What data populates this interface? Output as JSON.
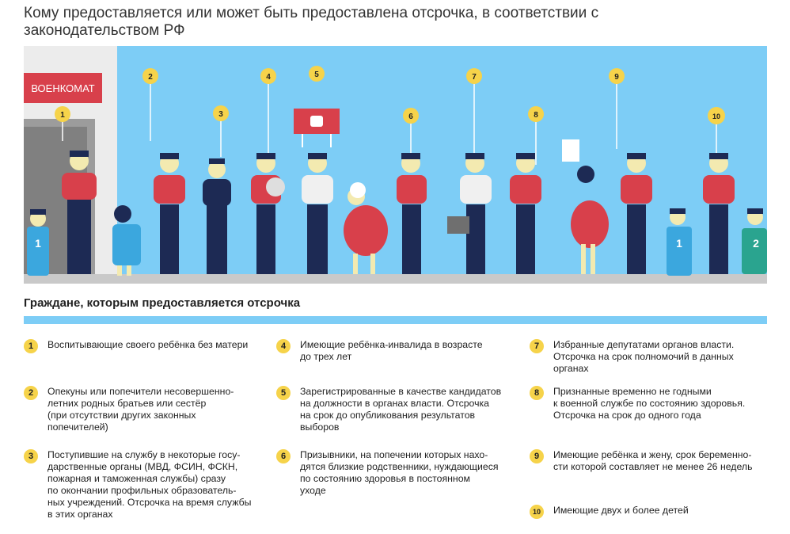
{
  "title": "Кому предоставляется или может быть предоставлена отсрочка, в соответствии с законодательством РФ",
  "scene": {
    "office_sign": "ВОЕНКОМАТ",
    "markers": [
      "1",
      "2",
      "3",
      "4",
      "5",
      "6",
      "7",
      "8",
      "9",
      "10"
    ],
    "kid_shirts": [
      "1",
      "1",
      "2"
    ],
    "colors": {
      "sky": "#7dcdf6",
      "red": "#d8404b",
      "navy": "#1d2a54",
      "skin": "#f3eab0",
      "yellow": "#f6d34a",
      "grey": "#8f8f8f"
    }
  },
  "section_heading": "Граждане, которым предоставляется отсрочка",
  "items": [
    {
      "num": "1",
      "lines": [
        "Воспитывающие своего ребёнка без матери"
      ]
    },
    {
      "num": "2",
      "lines": [
        "Опекуны или попечители несовершенно-",
        "летних родных братьев или сестёр",
        "(при отсутствии других законных",
        "попечителей)"
      ]
    },
    {
      "num": "3",
      "lines": [
        "Поступившие на службу в некоторые госу-",
        "дарственные органы (МВД, ФСИН, ФСКН,",
        "пожарная и таможенная службы) сразу",
        "по окончании профильных образователь-",
        "ных учреждений. Отсрочка на время службы",
        "в этих органах"
      ]
    },
    {
      "num": "4",
      "lines": [
        "Имеющие ребёнка-инвалида в возрасте",
        "до трех лет"
      ]
    },
    {
      "num": "5",
      "lines": [
        "Зарегистрированные в качестве кандидатов",
        "на должности в органах власти. Отсрочка",
        "на срок до опубликования результатов",
        "выборов"
      ]
    },
    {
      "num": "6",
      "lines": [
        "Призывники, на попечении которых нахо-",
        "дятся близкие родственники, нуждающиеся",
        "по состоянию здоровья в постоянном",
        "уходе"
      ]
    },
    {
      "num": "7",
      "lines": [
        "Избранные депутатами органов власти.",
        "Отсрочка на срок полномочий в данных",
        "органах"
      ]
    },
    {
      "num": "8",
      "lines": [
        "Признанные временно не годными",
        "к военной службе по состоянию здоровья.",
        "Отсрочка на срок до одного года"
      ]
    },
    {
      "num": "9",
      "lines": [
        "Имеющие ребёнка и жену, срок беременно-",
        "сти которой составляет не менее 26 недель"
      ]
    },
    {
      "num": "10",
      "lines": [
        "Имеющие двух и более детей"
      ]
    }
  ]
}
